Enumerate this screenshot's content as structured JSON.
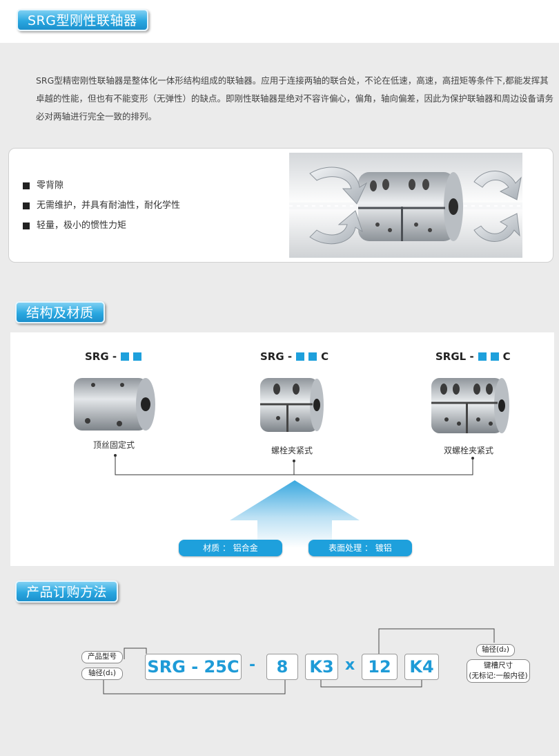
{
  "header": {
    "title": "SRG型刚性联轴器"
  },
  "intro": {
    "text": "SRG型精密刚性联轴器是整体化一体形结构组成的联轴器。应用于连接两轴的联合处，不论在低速，高速，高扭矩等条件下,都能发挥其卓越的性能，但也有不能变形（无弹性）的缺点。即刚性联轴器是绝对不容许偏心，偏角，轴向偏差，因此为保护联轴器和周边设备请务必对两轴进行完全一致的排列。"
  },
  "features": {
    "items": [
      {
        "label": "零背隙"
      },
      {
        "label": "无需维护，并具有耐油性，耐化学性"
      },
      {
        "label": "轻量，极小的惯性力矩"
      }
    ]
  },
  "structure": {
    "title": "结构及材质",
    "products": [
      {
        "model": "SRG -",
        "suffix": "",
        "caption": "顶丝固定式"
      },
      {
        "model": "SRG -",
        "suffix": "C",
        "caption": "螺栓夹紧式"
      },
      {
        "model": "SRGL -",
        "suffix": "C",
        "caption": "双螺栓夹紧式"
      }
    ],
    "material": "材质 ： 铝合金",
    "surface": "表面处理 ： 镀铝"
  },
  "order": {
    "title": "产品订购方法",
    "label_model": "产品型号",
    "label_bore1": "轴径(d₁)",
    "code_model": "SRG - 25C",
    "dash": "-",
    "code_d1": "8",
    "code_k3": "K3",
    "times": "x",
    "code_d2": "12",
    "code_k4": "K4",
    "label_bore2": "轴径(d₂)",
    "label_keyway": "键槽尺寸",
    "label_keyway_note": "(无标记:一般内径)"
  },
  "colors": {
    "accent": "#1ea0dc",
    "badge_gradient_top": "#7fd0f3",
    "badge_gradient_bottom": "#1b8fcc"
  }
}
